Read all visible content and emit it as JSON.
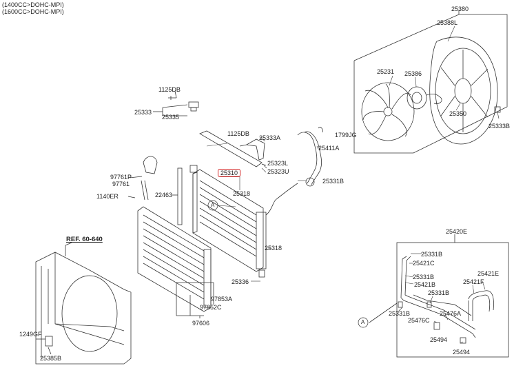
{
  "header": {
    "engine_line_1": "(1400CC>DOHC-MPI)",
    "engine_line_2": "(1600CC>DOHC-MPI)"
  },
  "highlight_color": "#d22222",
  "ref_label": "REF. 60-640",
  "parts": {
    "p25380": "25380",
    "p25388L": "25388L",
    "p25231": "25231",
    "p25386": "25386",
    "p25350": "25350",
    "p25333B": "25333B",
    "p1125DB_a": "1125DB",
    "p25333": "25333",
    "p25335": "25335",
    "p1125DB_b": "1125DB",
    "p25333A": "25333A",
    "p1799JG": "1799JG",
    "p25411A": "25411A",
    "p25323L": "25323L",
    "p25323U": "25323U",
    "p25310": "25310",
    "p25318_a": "25318",
    "p25331B_main": "25331B",
    "p97761P": "97761P",
    "p97761": "97761",
    "p1140ER": "1140ER",
    "p22463": "22463",
    "p25318_b": "25318",
    "p25336": "25336",
    "p97853A": "97853A",
    "p97852C": "97852C",
    "p97606": "97606",
    "p1249GF": "1249GF",
    "p25385B": "25385B",
    "p25420E": "25420E",
    "p25331B_1": "25331B",
    "p25421C": "25421C",
    "p25331B_2": "25331B",
    "p25421B": "25421B",
    "p25421E": "25421E",
    "p25421F": "25421F",
    "p25331B_3": "25331B",
    "p25331B_4": "25331B",
    "p25476A": "25476A",
    "p25476C": "25476C",
    "p25494_a": "25494",
    "p25494_b": "25494",
    "marker_A_1": "A",
    "marker_A_2": "A"
  }
}
